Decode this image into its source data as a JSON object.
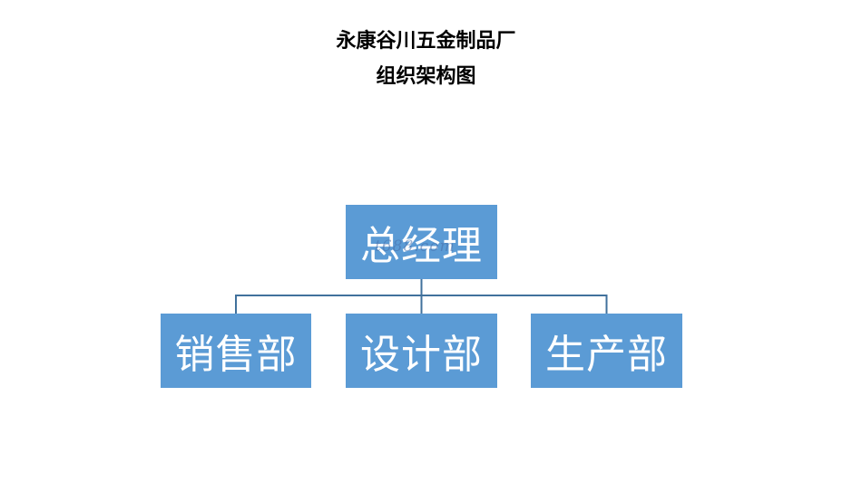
{
  "title": {
    "line1": "永康谷川五金制品厂",
    "line2": "组织架构图"
  },
  "org": {
    "root": "总经理",
    "children": [
      "销售部",
      "设计部",
      "生产部"
    ]
  },
  "watermark": "t688.com",
  "colors": {
    "node_fill": "#5b9bd5",
    "node_text": "#ffffff",
    "connector": "#41719c",
    "title_text": "#000000"
  }
}
